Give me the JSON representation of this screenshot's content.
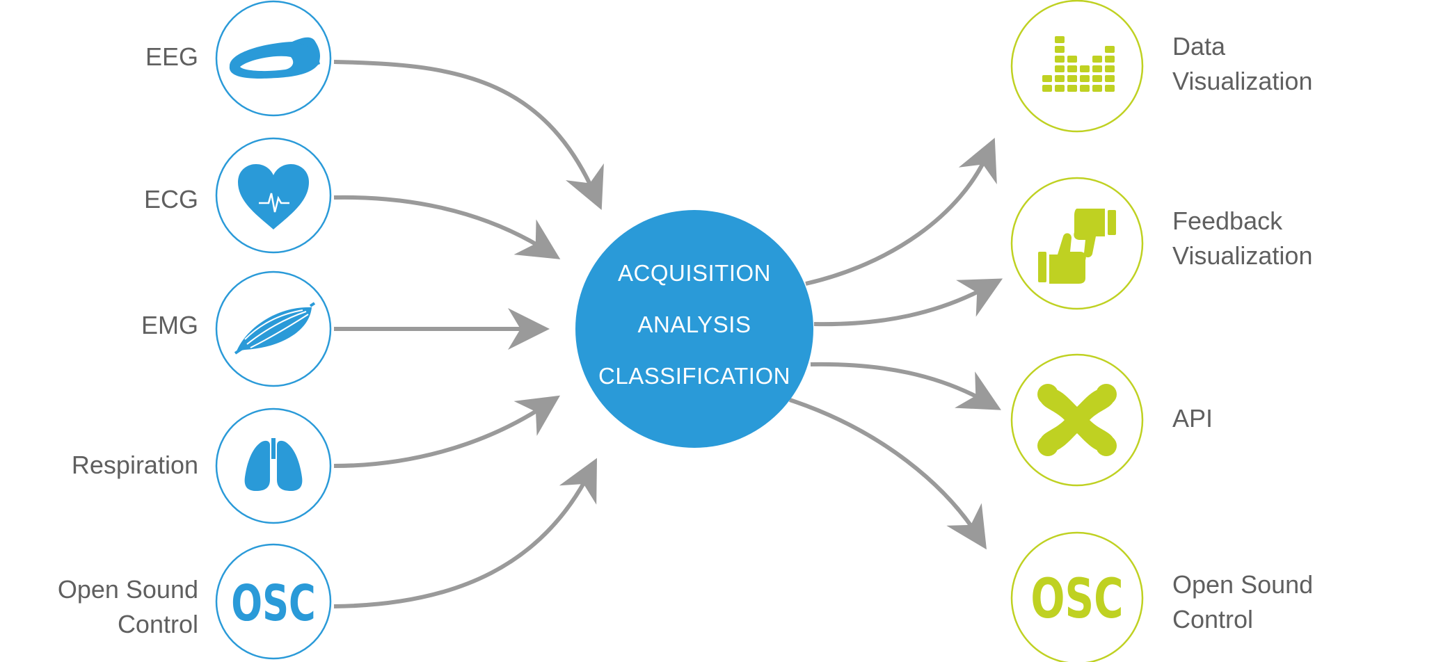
{
  "colors": {
    "input_accent": "#2a9ad8",
    "output_accent": "#bfd122",
    "arrow": "#9a9a9a",
    "label_text": "#5f5f5f",
    "hub_fill": "#2a9ad8",
    "hub_text": "#ffffff"
  },
  "hub": {
    "lines": [
      "ACQUISITION",
      "ANALYSIS",
      "CLASSIFICATION"
    ]
  },
  "inputs": [
    {
      "label_lines": [
        "EEG"
      ],
      "icon": "eeg-headband-icon"
    },
    {
      "label_lines": [
        "ECG"
      ],
      "icon": "heart-pulse-icon"
    },
    {
      "label_lines": [
        "EMG"
      ],
      "icon": "muscle-icon"
    },
    {
      "label_lines": [
        "Respiration"
      ],
      "icon": "lungs-icon"
    },
    {
      "label_lines": [
        "Open Sound",
        "Control"
      ],
      "icon": "osc-icon",
      "icon_text": "OSC"
    }
  ],
  "outputs": [
    {
      "label_lines": [
        "Data",
        "Visualization"
      ],
      "icon": "bar-visualization-icon"
    },
    {
      "label_lines": [
        "Feedback",
        "Visualization"
      ],
      "icon": "thumbs-up-down-icon"
    },
    {
      "label_lines": [
        "API"
      ],
      "icon": "api-connector-icon"
    },
    {
      "label_lines": [
        "Open Sound",
        "Control"
      ],
      "icon": "osc-icon",
      "icon_text": "OSC"
    }
  ]
}
